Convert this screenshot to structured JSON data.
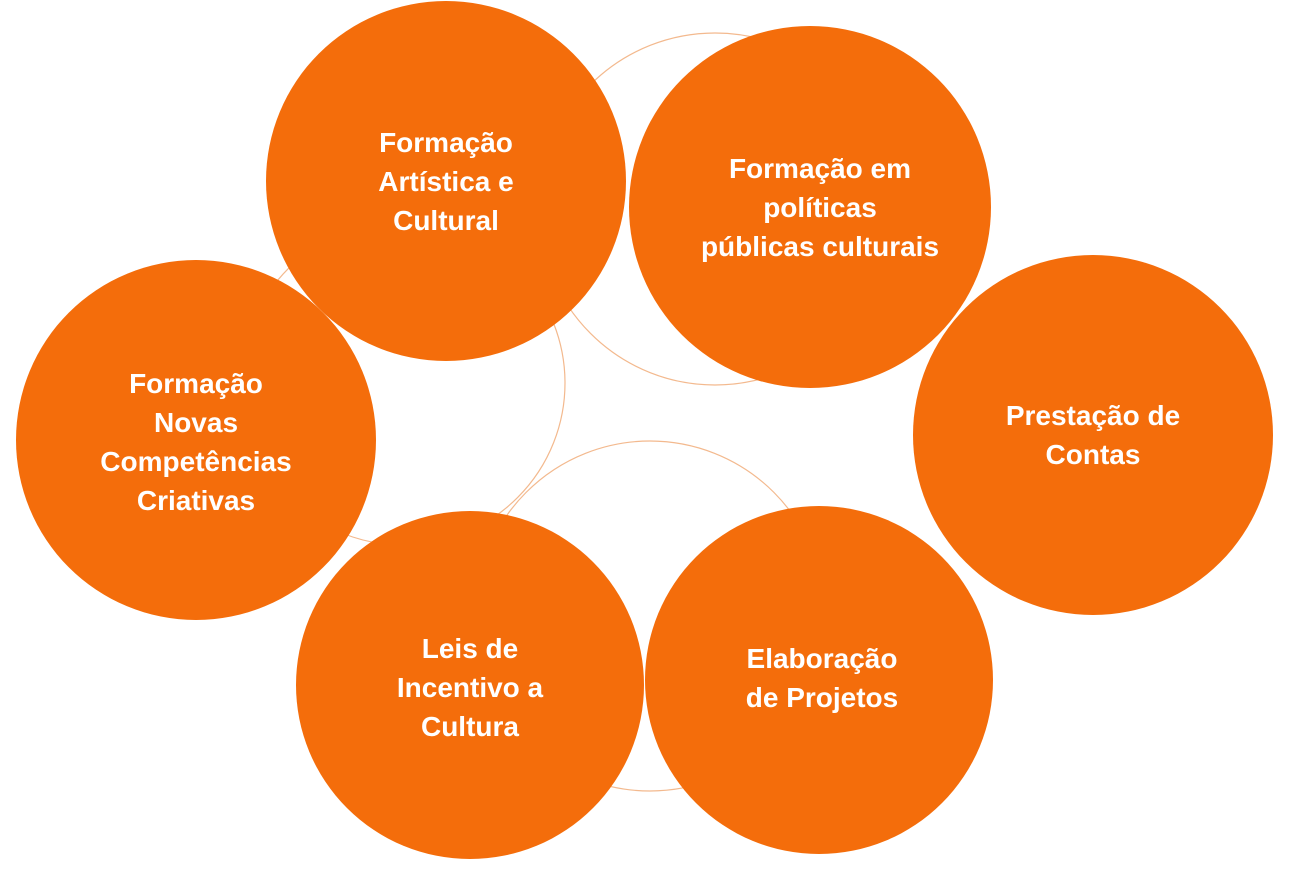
{
  "colors": {
    "node_fill": "#f46d0b",
    "ring_stroke": "#f3b98e",
    "text": "#ffffff"
  },
  "nodes": [
    {
      "id": "formacao-artistica",
      "lines": [
        "Formação",
        "Artística e",
        "Cultural"
      ]
    },
    {
      "id": "politicas-publicas",
      "lines": [
        "Formação em",
        "políticas",
        "públicas culturais"
      ]
    },
    {
      "id": "prestacao-contas",
      "lines": [
        "Prestação de",
        "Contas"
      ]
    },
    {
      "id": "elaboracao-projetos",
      "lines": [
        "Elaboração",
        "de Projetos"
      ]
    },
    {
      "id": "leis-incentivo",
      "lines": [
        "Leis de",
        "Incentivo a",
        "Cultura"
      ]
    },
    {
      "id": "novas-competencias",
      "lines": [
        "Formação",
        "Novas",
        "Competências",
        "Criativas"
      ]
    }
  ]
}
